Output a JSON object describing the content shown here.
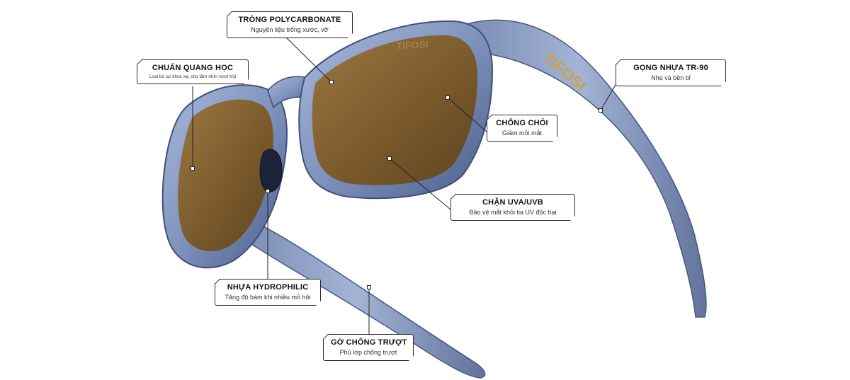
{
  "brand": {
    "logo_text": "TIFOSI"
  },
  "colors": {
    "frame": "#8ea2c8",
    "frame_dark": "#3e4f7a",
    "lens": "#7a5a2c",
    "lens_light": "#a5824a",
    "logo": "#c9a24a",
    "line": "#222222"
  },
  "callouts": [
    {
      "id": "polycarbonate",
      "title": "TRÒNG POLYCARBONATE",
      "subtitle": "Nguyên liệu trống xước, vỡ"
    },
    {
      "id": "optical",
      "title": "CHUẨN QUANG HỌC",
      "subtitle": "Loại bỏ sự khúc xạ, cho tầm nhìn vượt trội"
    },
    {
      "id": "tr90",
      "title": "GỌNG NHỰA TR-90",
      "subtitle": "Nhẹ và bền bỉ"
    },
    {
      "id": "antiglare",
      "title": "CHỐNG CHÓI",
      "subtitle": "Giảm mỏi mắt"
    },
    {
      "id": "uv",
      "title": "CHẶN UVA/UVB",
      "subtitle": "Bảo vệ mắt khỏi tia UV độc hại"
    },
    {
      "id": "hydrophilic",
      "title": "NHỰA HYDROPHILIC",
      "subtitle": "Tăng độ bám khi nhiều mồ hôi"
    },
    {
      "id": "antislip",
      "title": "GỜ CHỐNG TRƯỢT",
      "subtitle": "Phủ lớp chống trượt"
    }
  ]
}
